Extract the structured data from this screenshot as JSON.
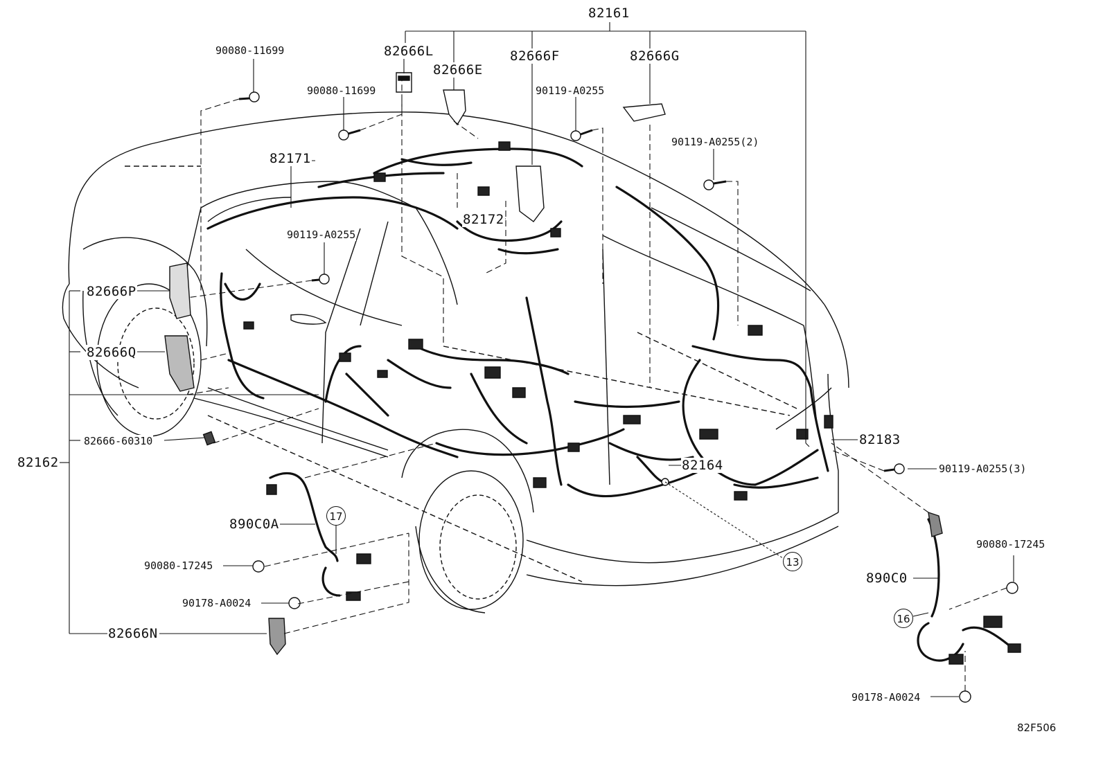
{
  "figure_code": "82F506",
  "parts": {
    "p82161": "82161",
    "p82666L": "82666L",
    "p82666E": "82666E",
    "p82666F": "82666F",
    "p82666G": "82666G",
    "p90080_11699_a": "90080-11699",
    "p90080_11699_b": "90080-11699",
    "p90119_A0255_a": "90119-A0255",
    "p90119_A0255_2": "90119-A0255(2)",
    "p82171": "82171",
    "p82172": "82172",
    "p90119_A0255_b": "90119-A0255",
    "p82666P": "82666P",
    "p82666Q": "82666Q",
    "p82666_60310": "82666-60310",
    "p82162": "82162",
    "p82183": "82183",
    "p82164": "82164",
    "p90119_A0255_3": "90119-A0255(3)",
    "p890C0A": "890C0A",
    "p90080_17245_a": "90080-17245",
    "p90178_A0024_a": "90178-A0024",
    "p82666N": "82666N",
    "p90080_17245_b": "90080-17245",
    "p890C0": "890C0",
    "p90178_A0024_b": "90178-A0024"
  },
  "callouts": {
    "c17": "17",
    "c13": "13",
    "c16": "16"
  }
}
